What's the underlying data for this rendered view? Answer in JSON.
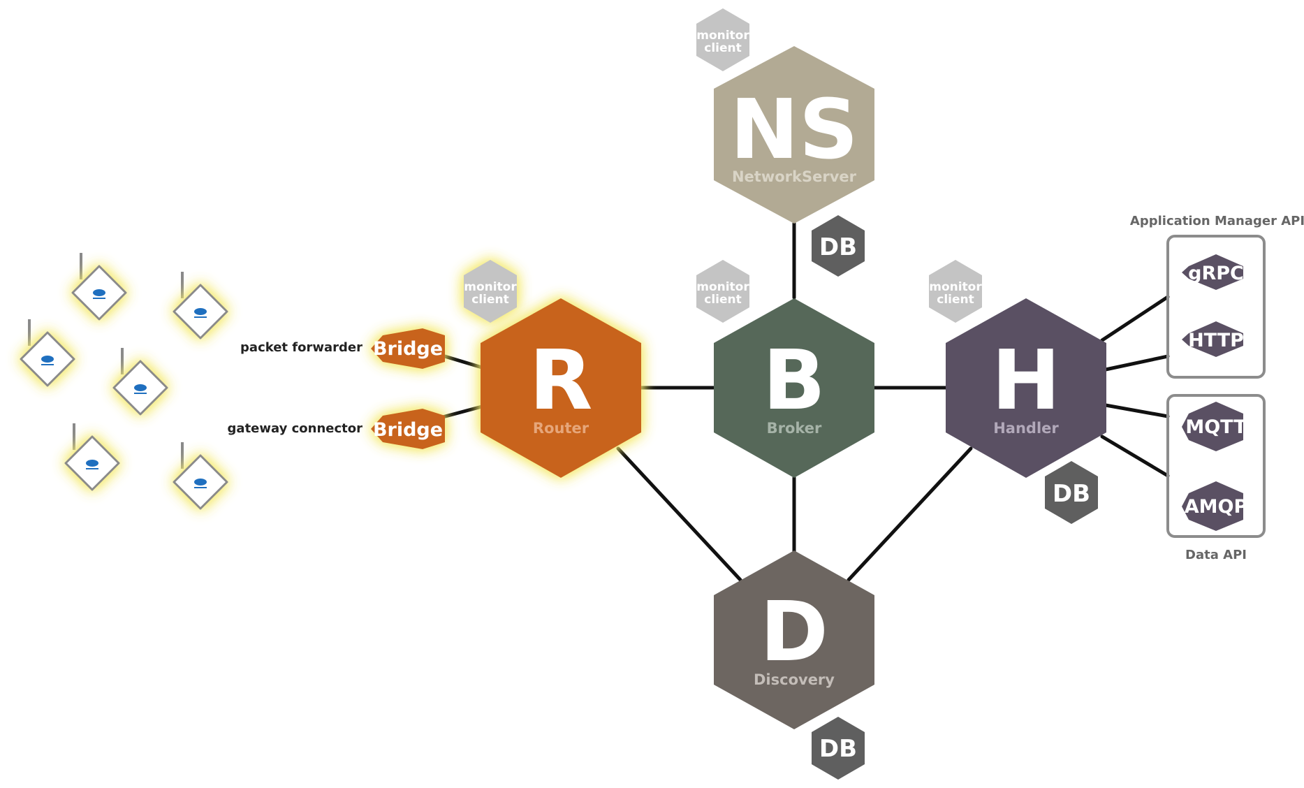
{
  "colors": {
    "router": "#c8631c",
    "broker": "#566859",
    "handler": "#5a5063",
    "network_server": "#b2aa94",
    "discovery": "#6d6661",
    "db": "#5f5f5f",
    "monitor": "#c4c4c4",
    "pill": "#5a5063",
    "glow": "#f4e96a",
    "connector": "#111111"
  },
  "nodes": {
    "router": {
      "letter": "R",
      "name": "Router"
    },
    "broker": {
      "letter": "B",
      "name": "Broker"
    },
    "handler": {
      "letter": "H",
      "name": "Handler"
    },
    "network_server": {
      "letter": "NS",
      "name": "NetworkServer"
    },
    "discovery": {
      "letter": "D",
      "name": "Discovery"
    }
  },
  "db_label": "DB",
  "monitor_client": {
    "line1": "monitor",
    "line2": "client"
  },
  "bridges": [
    {
      "label": "Bridge",
      "source": "packet forwarder"
    },
    {
      "label": "Bridge",
      "source": "gateway connector"
    }
  ],
  "application_manager_api": {
    "title": "Application Manager API",
    "items": [
      "gRPC",
      "HTTP"
    ]
  },
  "data_api": {
    "title": "Data API",
    "items": [
      "MQTT",
      "AMQP"
    ]
  },
  "gateways": {
    "count": 6,
    "icon": "gateway-icon"
  }
}
